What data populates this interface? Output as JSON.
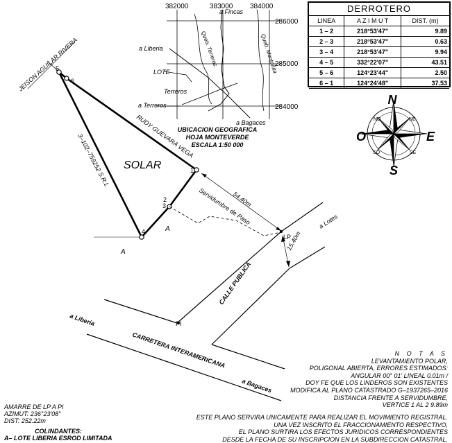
{
  "derrotero": {
    "title": "DERROTERO",
    "headers": [
      "LINEA",
      "A Z I M U T",
      "DIST. (m)"
    ],
    "rows": [
      {
        "linea": "1 – 2",
        "azimut": "218°53'47\"",
        "dist": "9.89"
      },
      {
        "linea": "2 – 3",
        "azimut": "218°53'47\"",
        "dist": "0.63"
      },
      {
        "linea": "3 – 4",
        "azimut": "218°53'47\"",
        "dist": "9.94"
      },
      {
        "linea": "4 – 5",
        "azimut": "332°22'07\"",
        "dist": "43.51"
      },
      {
        "linea": "5 – 6",
        "azimut": "124°23'44\"",
        "dist": "2.50"
      },
      {
        "linea": "6 – 1",
        "azimut": "124°24'48\"",
        "dist": "37.53"
      }
    ]
  },
  "location_map": {
    "coords_top": [
      "382000",
      "383000",
      "384000"
    ],
    "coords_right": [
      "286000",
      "285000",
      "284000"
    ],
    "labels": {
      "fincas": "a Fincas",
      "liberia": "a Liberia",
      "lote": "LOTE",
      "terreros": "Terreros",
      "a_terreros": "a Terreros",
      "bagaces": "a Bagaces",
      "queb_terreros": "Queb. Terreros",
      "queb_monterita": "Queb. Montoñita"
    },
    "caption": [
      "UBICACION GEOGRAFICA",
      "HOJA MONTEVERDE",
      "ESCALA 1:50 000"
    ]
  },
  "compass": {
    "n": "N",
    "s": "S",
    "e": "E",
    "o": "O",
    "ne": "NE",
    "no": "NO",
    "se": "SE",
    "so": "SO"
  },
  "plan": {
    "vertices": [
      "1",
      "2",
      "3",
      "4",
      "5",
      "6"
    ],
    "solar": "SOLAR",
    "neighbor_north": "JEISON AGUILAR RIVERA",
    "neighbor_east": "RUDY GUEVARA VEGA",
    "neighbor_west": "3–102–759252 S.R.L",
    "label_a1": "A",
    "label_a2": "A",
    "servidumbre": "Servidumbre de Paso",
    "dist_54": "54.40m",
    "dist_15": "15.40m",
    "lp": "LP",
    "pi": "PI",
    "a_lotes": "a Lotes",
    "calle_publica": "CALLE PUBLICA",
    "carretera": "CARRETERA INTERAMERICANA",
    "a_liberia": "a Liberia",
    "a_bagaces": "a Bagaces"
  },
  "notes": {
    "title": "N O T A S",
    "lines": [
      "LEVANTAMIENTO POLAR,",
      "POLIGONAL ABIERTA, ERRORES ESTIMADOS:",
      "ANGULAR 00° 01' LINEAL 0.01m  /",
      "DOY FE QUE LOS LINDEROS SON EXISTENTES",
      "MODIFICA AL PLANO CATASTRADO G–1937265–2016",
      "DISTANCIA FRENTE A SERVIDUMBRE,",
      "VERTICE 1 AL 2 9.89m"
    ]
  },
  "disclaimer": [
    "ESTE PLANO SERVIRA UNICAMENTE PARA REALIZAR EL MOVIMIENTO REGISTRAL.",
    "UNA VEZ INSCRITO EL FRACCIONAMIENTO RESPECTIVO,",
    "EL PLANO SURTIRA LOS EFECTOS JURIDICOS CORRESPONDIENTES",
    "DESDE LA FECHA DE SU INSCRIPCION EN LA SUBDIRECCION CATASTRAL."
  ],
  "amarre": [
    "AMARRE DE LP A PI",
    "AZIMUT: 236°23'08\"",
    "DIST: 252.22m"
  ],
  "colindantes": {
    "title": "COLINDANTES:",
    "a": "A– LOTE LIBERIA ESROD LIMITADA"
  }
}
